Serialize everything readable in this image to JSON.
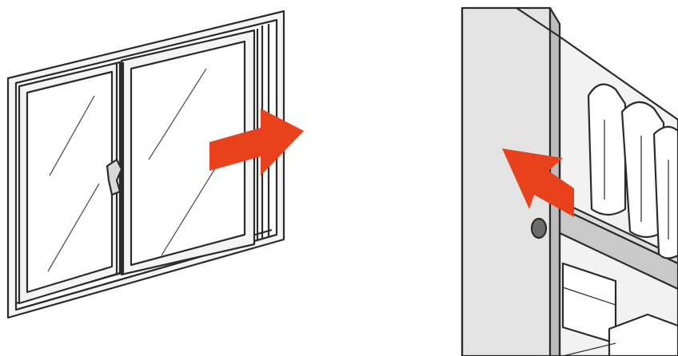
{
  "illustration": {
    "panels": [
      {
        "id": "window",
        "depicts": "sliding-window",
        "arrow_direction": "right"
      },
      {
        "id": "closet",
        "depicts": "sliding-closet-door",
        "arrow_direction": "left"
      }
    ],
    "colors": {
      "arrow": "#e8411c",
      "outline": "#2b2b2b",
      "frame_fill": "#f4f4f4",
      "door_fill": "#e3e3e3",
      "shelf_fill": "#c9c9c9",
      "background": "#ffffff"
    }
  }
}
